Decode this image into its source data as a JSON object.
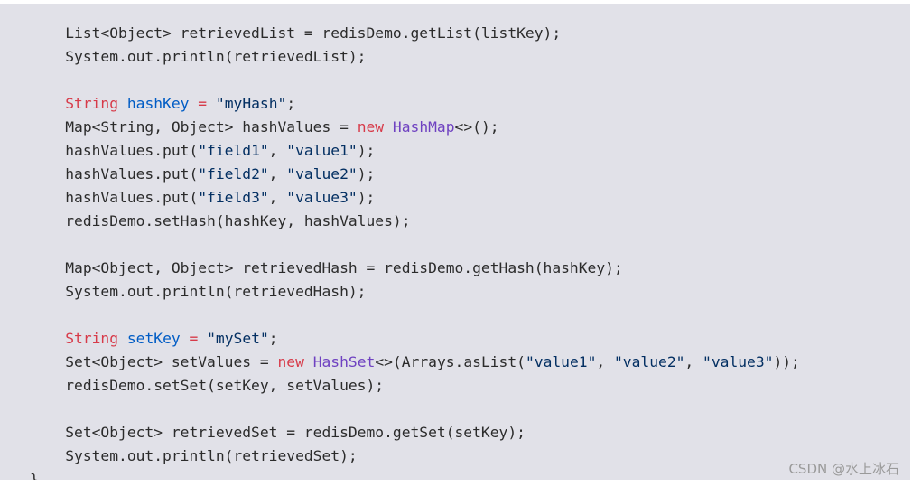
{
  "code": {
    "lines": [
      {
        "tokens": [
          {
            "t": "    List<Object> retrievedList = redisDemo.getList(listKey);",
            "c": "pl"
          }
        ]
      },
      {
        "tokens": [
          {
            "t": "    System.out.println(retrievedList);",
            "c": "pl"
          }
        ]
      },
      {
        "tokens": []
      },
      {
        "tokens": [
          {
            "t": "    ",
            "c": "pl"
          },
          {
            "t": "String",
            "c": "kw"
          },
          {
            "t": " ",
            "c": "pl"
          },
          {
            "t": "hashKey",
            "c": "vr"
          },
          {
            "t": " ",
            "c": "pl"
          },
          {
            "t": "=",
            "c": "op"
          },
          {
            "t": " ",
            "c": "pl"
          },
          {
            "t": "\"myHash\"",
            "c": "st"
          },
          {
            "t": ";",
            "c": "pl"
          }
        ]
      },
      {
        "tokens": [
          {
            "t": "    Map<String, Object> hashValues = ",
            "c": "pl"
          },
          {
            "t": "new",
            "c": "kw"
          },
          {
            "t": " ",
            "c": "pl"
          },
          {
            "t": "HashMap",
            "c": "ty"
          },
          {
            "t": "<>();",
            "c": "pl"
          }
        ]
      },
      {
        "tokens": [
          {
            "t": "    hashValues.put(",
            "c": "pl"
          },
          {
            "t": "\"field1\"",
            "c": "st"
          },
          {
            "t": ", ",
            "c": "pl"
          },
          {
            "t": "\"value1\"",
            "c": "st"
          },
          {
            "t": ");",
            "c": "pl"
          }
        ]
      },
      {
        "tokens": [
          {
            "t": "    hashValues.put(",
            "c": "pl"
          },
          {
            "t": "\"field2\"",
            "c": "st"
          },
          {
            "t": ", ",
            "c": "pl"
          },
          {
            "t": "\"value2\"",
            "c": "st"
          },
          {
            "t": ");",
            "c": "pl"
          }
        ]
      },
      {
        "tokens": [
          {
            "t": "    hashValues.put(",
            "c": "pl"
          },
          {
            "t": "\"field3\"",
            "c": "st"
          },
          {
            "t": ", ",
            "c": "pl"
          },
          {
            "t": "\"value3\"",
            "c": "st"
          },
          {
            "t": ");",
            "c": "pl"
          }
        ]
      },
      {
        "tokens": [
          {
            "t": "    redisDemo.setHash(hashKey, hashValues);",
            "c": "pl"
          }
        ]
      },
      {
        "tokens": []
      },
      {
        "tokens": [
          {
            "t": "    Map<Object, Object> retrievedHash = redisDemo.getHash(hashKey);",
            "c": "pl"
          }
        ]
      },
      {
        "tokens": [
          {
            "t": "    System.out.println(retrievedHash);",
            "c": "pl"
          }
        ]
      },
      {
        "tokens": []
      },
      {
        "tokens": [
          {
            "t": "    ",
            "c": "pl"
          },
          {
            "t": "String",
            "c": "kw"
          },
          {
            "t": " ",
            "c": "pl"
          },
          {
            "t": "setKey",
            "c": "vr"
          },
          {
            "t": " ",
            "c": "pl"
          },
          {
            "t": "=",
            "c": "op"
          },
          {
            "t": " ",
            "c": "pl"
          },
          {
            "t": "\"mySet\"",
            "c": "st"
          },
          {
            "t": ";",
            "c": "pl"
          }
        ]
      },
      {
        "tokens": [
          {
            "t": "    Set<Object> setValues = ",
            "c": "pl"
          },
          {
            "t": "new",
            "c": "kw"
          },
          {
            "t": " ",
            "c": "pl"
          },
          {
            "t": "HashSet",
            "c": "ty"
          },
          {
            "t": "<>(Arrays.asList(",
            "c": "pl"
          },
          {
            "t": "\"value1\"",
            "c": "st"
          },
          {
            "t": ", ",
            "c": "pl"
          },
          {
            "t": "\"value2\"",
            "c": "st"
          },
          {
            "t": ", ",
            "c": "pl"
          },
          {
            "t": "\"value3\"",
            "c": "st"
          },
          {
            "t": "));",
            "c": "pl"
          }
        ]
      },
      {
        "tokens": [
          {
            "t": "    redisDemo.setSet(setKey, setValues);",
            "c": "pl"
          }
        ]
      },
      {
        "tokens": []
      },
      {
        "tokens": [
          {
            "t": "    Set<Object> retrievedSet = redisDemo.getSet(setKey);",
            "c": "pl"
          }
        ]
      },
      {
        "tokens": [
          {
            "t": "    System.out.println(retrievedSet);",
            "c": "pl"
          }
        ]
      },
      {
        "tokens": [
          {
            "t": "}",
            "c": "pl"
          }
        ]
      }
    ]
  },
  "watermark": {
    "text": "CSDN @水上冰石"
  },
  "colors": {
    "background": "#e1e1e8",
    "keyword": "#d73a49",
    "type": "#6f42c1",
    "variable": "#005cc5",
    "string": "#032f62",
    "plain": "#2b2b2b"
  }
}
